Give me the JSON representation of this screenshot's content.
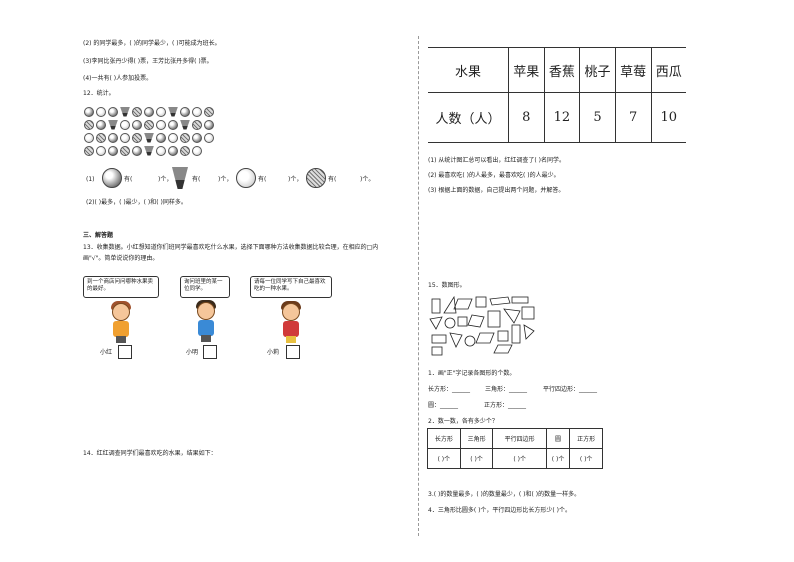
{
  "left": {
    "l1": "(2)        的同学最多，(        )的同学最少，(        )可能成为班长。",
    "l2": "(3)李同比张丹少得(        )票，王芳比张丹多得(        )票。",
    "l3": "(4)一共有(        )人参加投票。",
    "q12": "12．统计。",
    "count_row": [
      "(1)",
      "有(",
      ")个，",
      "有(",
      ")个，",
      "有(",
      ")个，",
      "有(",
      ")个。"
    ],
    "q12_2": "(2)(        )最多，(        )最少，(        )和(        )同样多。",
    "section3": "三、解答题",
    "q13a": "13．收集数据。小红想知道你们班同学最喜欢吃什么水果，选择下面哪种方法收集数据比较合理，在相应的□内",
    "q13b": "画\"√\"。简单说说你的理由。",
    "bubble1": "到一个商店问问哪种水果卖的最好。",
    "bubble2": "询问班里的某一位同学。",
    "bubble3": "请每一位同学写下自己最喜欢吃的一种水果。",
    "name1": "小红",
    "name2": "小明",
    "name3": "小莉",
    "q14": "14．红红调查同学们最喜欢吃的水果，结果如下："
  },
  "right": {
    "fruit_table": {
      "header": [
        "水果",
        "苹果",
        "香蕉",
        "桃子",
        "草莓",
        "西瓜"
      ],
      "row_label": "人数（人）",
      "values": [
        "8",
        "12",
        "5",
        "7",
        "10"
      ]
    },
    "r1": "(1) 从统计图汇总可以看出，红红调查了(    )名同学。",
    "r2": "(2) 最喜欢吃(        )的人最多，最喜欢吃(        )的人最少。",
    "r3": "(3) 根据上面的数据，自己提出两个问题，并解答。",
    "q15": "15．数图形。",
    "s1": "1．画\"正\"字记录各图形的个数。",
    "s2a": "长方形：______",
    "s2b": "三角形：______",
    "s2c": "平行四边形：______",
    "s3a": "圆：______",
    "s3b": "正方形：______",
    "s4": "2．数一数，各有多少个？",
    "shape_table": {
      "header": [
        "长方形",
        "三角形",
        "平行四边形",
        "圆",
        "正方形"
      ],
      "cells": [
        "(    )个",
        "(    )个",
        "(    )个",
        "(    )个",
        "(    )个"
      ]
    },
    "s5": "3.(        )的数量最多，(        )的数量最少，(        )和(        )的数量一样多。",
    "s6": "4．三角形比圆多(    )个，平行四边形比长方形少(    )个。"
  },
  "colors": {
    "text": "#222222",
    "girl_shirt": "#f0a030",
    "boy_shirt": "#3a8ad6",
    "girl2_shirt": "#d03a3a"
  }
}
